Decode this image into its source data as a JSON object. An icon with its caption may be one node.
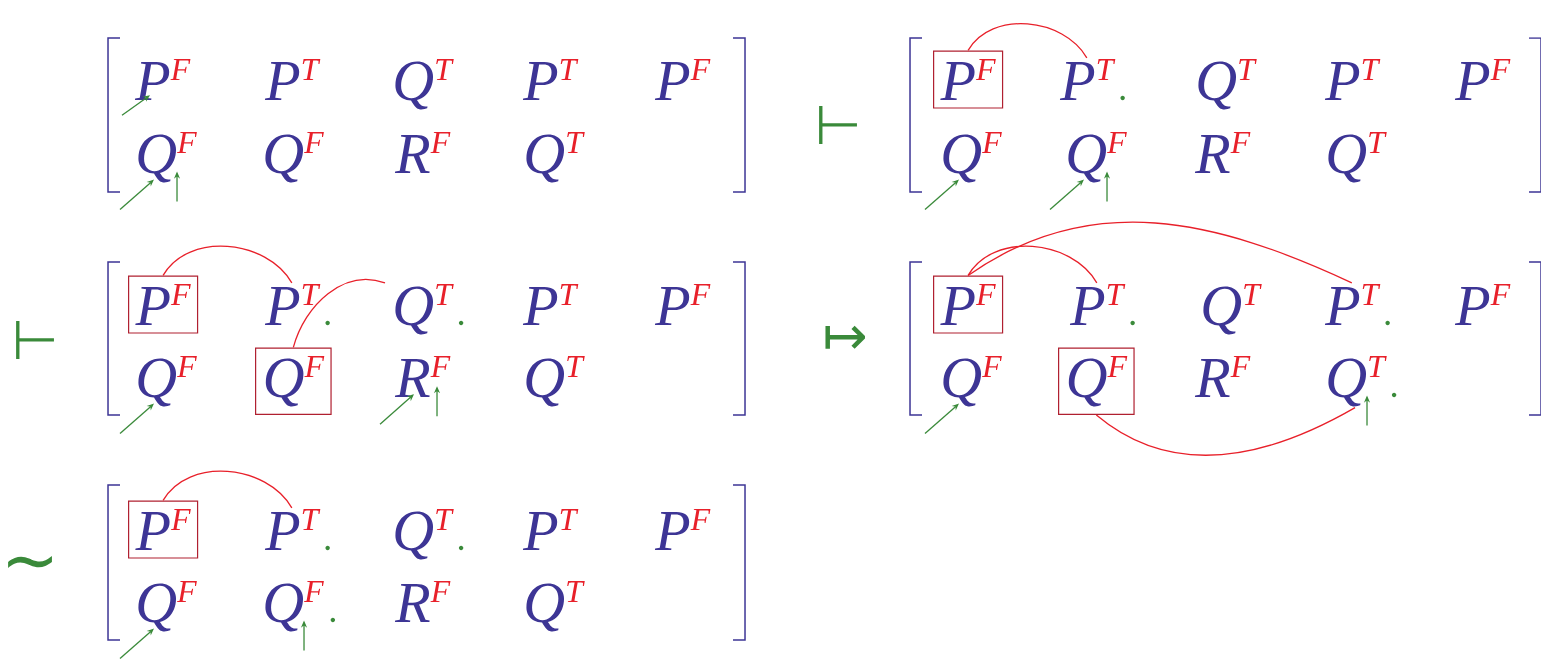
{
  "diagram": {
    "nodes": [
      {
        "text": [
          "P",
          "F"
        ]
      },
      {
        "text": [
          "P",
          "T"
        ]
      },
      {
        "text": [
          "Q",
          "T"
        ]
      },
      {
        "text": [
          "P",
          "T"
        ]
      },
      {
        "text": [
          "P",
          "F"
        ]
      },
      {
        "text": [
          "Q",
          "F"
        ]
      },
      {
        "text": [
          "Q",
          "F"
        ]
      },
      {
        "text": [
          "R",
          "F"
        ]
      },
      {
        "text": [
          "Q",
          "T"
        ]
      },
      {
        "text": [
          "P",
          "F"
        ]
      },
      {
        "text": [
          "P",
          "T"
        ]
      },
      {
        "text": [
          "Q",
          "T"
        ]
      },
      {
        "text": [
          "P",
          "T"
        ]
      },
      {
        "text": [
          "P",
          "F"
        ]
      },
      {
        "text": [
          "Q",
          "F"
        ]
      },
      {
        "text": [
          "Q",
          "F"
        ]
      },
      {
        "text": [
          "R",
          "F"
        ]
      },
      {
        "text": [
          "Q",
          "T"
        ]
      },
      {
        "text": [
          "P",
          "F"
        ]
      },
      {
        "text": [
          "P",
          "T"
        ]
      },
      {
        "text": [
          "Q",
          "T"
        ]
      },
      {
        "text": [
          "P",
          "T"
        ]
      },
      {
        "text": [
          "P",
          "F"
        ]
      },
      {
        "text": [
          "Q",
          "F"
        ]
      },
      {
        "text": [
          "Q",
          "F"
        ]
      },
      {
        "text": [
          "R",
          "F"
        ]
      },
      {
        "text": [
          "Q",
          "T"
        ]
      },
      {
        "text": [
          "P",
          "F"
        ]
      },
      {
        "text": [
          "P",
          "T"
        ]
      },
      {
        "text": [
          "Q",
          "T"
        ]
      },
      {
        "text": [
          "P",
          "T"
        ]
      },
      {
        "text": [
          "P",
          "F"
        ]
      },
      {
        "text": [
          "Q",
          "F"
        ]
      },
      {
        "text": [
          "Q",
          "F"
        ]
      },
      {
        "text": [
          "R",
          "F"
        ]
      },
      {
        "text": [
          "Q",
          "T"
        ]
      },
      {
        "text": [
          "P",
          "F"
        ]
      },
      {
        "text": [
          "P",
          "T"
        ]
      },
      {
        "text": [
          "Q",
          "T"
        ]
      },
      {
        "text": [
          "P",
          "T"
        ]
      },
      {
        "text": [
          "P",
          "F"
        ]
      },
      {
        "text": [
          "Q",
          "F"
        ]
      },
      {
        "text": [
          "Q",
          "F"
        ]
      },
      {
        "text": [
          "R",
          "F"
        ]
      },
      {
        "text": [
          "Q",
          "T"
        ]
      }
    ],
    "edges": [
      {
        "from": null,
        "to": 0,
        "arrow": "to"
      },
      {
        "from": null,
        "to": 5,
        "arrow": "to"
      },
      {
        "from": null,
        "to": 5,
        "arrow": "to"
      },
      {
        "from": 9,
        "to": 10,
        "arrow": "none",
        "color": "#e8202a"
      },
      {
        "from": null,
        "to": 14,
        "arrow": "to"
      },
      {
        "from": null,
        "to": 15,
        "arrow": "to"
      },
      {
        "from": null,
        "to": 15,
        "arrow": "to"
      },
      {
        "from": 18,
        "to": 19,
        "arrow": "none",
        "color": "#e8202a"
      },
      {
        "from": 24,
        "to": 20,
        "arrow": "none",
        "color": "#e8202a"
      },
      {
        "from": null,
        "to": 23,
        "arrow": "to"
      },
      {
        "from": null,
        "to": 25,
        "arrow": "to"
      },
      {
        "from": null,
        "to": 25,
        "arrow": "to"
      },
      {
        "from": 27,
        "to": 28,
        "arrow": "none",
        "color": "#e8202a"
      },
      {
        "from": 27,
        "to": 30,
        "arrow": "none",
        "color": "#e8202a"
      },
      {
        "from": 33,
        "to": 35,
        "arrow": "none",
        "color": "#e8202a"
      },
      {
        "from": null,
        "to": 32,
        "arrow": "to"
      },
      {
        "from": null,
        "to": 35,
        "arrow": "to"
      },
      {
        "from": 36,
        "to": 37,
        "arrow": "none",
        "color": "#e8202a"
      },
      {
        "from": null,
        "to": 41,
        "arrow": "to"
      },
      {
        "from": null,
        "to": 42,
        "arrow": "to"
      }
    ],
    "labels": [
      "⊢",
      "⊢",
      "↦",
      "∼"
    ]
  }
}
